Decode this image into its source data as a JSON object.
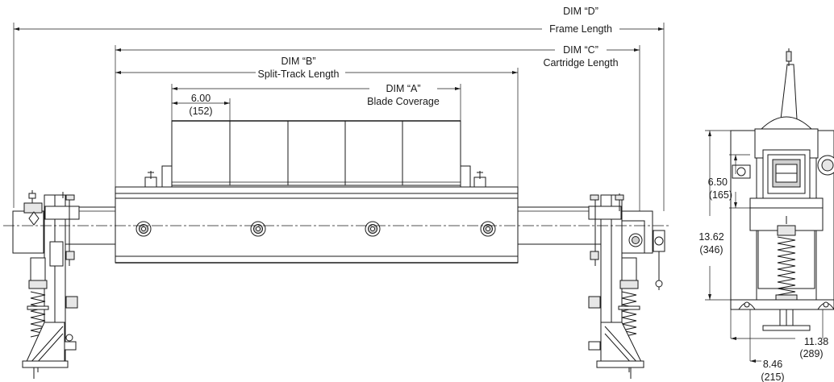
{
  "dimensions": {
    "dim_d": {
      "name": "DIM “D”",
      "desc": "Frame Length"
    },
    "dim_c": {
      "name": "DIM “C”",
      "desc": "Cartridge Length"
    },
    "dim_b": {
      "name": "DIM “B”",
      "desc": "Split-Track Length"
    },
    "dim_a": {
      "name": "DIM “A”",
      "desc": "Blade Coverage"
    },
    "blade_width": {
      "in": "6.00",
      "mm": "(152)"
    }
  },
  "side_view": {
    "height_upper": {
      "in": "6.50",
      "mm": "(165)"
    },
    "height_total": {
      "in": "13.62",
      "mm": "(346)"
    },
    "width_outer": {
      "in": "11.38",
      "mm": "(289)"
    },
    "width_inner": {
      "in": "8.46",
      "mm": "(215)"
    }
  }
}
